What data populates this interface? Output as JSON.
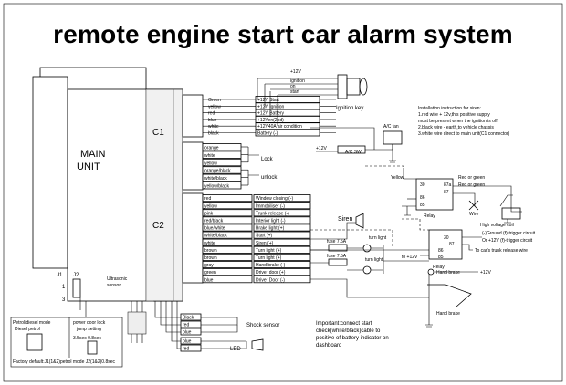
{
  "title": "remote engine start car alarm system",
  "main_unit": {
    "label_line1": "MAIN",
    "label_line2": "UNIT",
    "c1": "C1",
    "c2": "C2",
    "ultrasonic_line1": "Ultrasonic",
    "ultrasonic_line2": "sensor",
    "j1": "J1",
    "j2": "J2",
    "n1": "1",
    "n3": "3"
  },
  "c1_wires": [
    {
      "color": "Green",
      "func": "+12V Start"
    },
    {
      "color": "yellow",
      "func": "+12V Ignition"
    },
    {
      "color": "red",
      "func": "+12V Battery"
    },
    {
      "color": "blue",
      "func": "+12Ven(2nd)"
    },
    {
      "color": "white",
      "func": "+12V40A air condition"
    },
    {
      "color": "black",
      "func": "Battery (-)"
    }
  ],
  "lock_wires": {
    "lock_colors": [
      "orange",
      "white",
      "yellow"
    ],
    "unlock_colors": [
      "orange/black",
      "white/black",
      "yellow/black"
    ],
    "lock_label": "Lock",
    "unlock_label": "unlock"
  },
  "c2_wires": [
    {
      "color": "red",
      "func": "Window  closing (-)"
    },
    {
      "color": "yellow",
      "func": "Immobiliser (-)"
    },
    {
      "color": "pink",
      "func": "Trunk release (-)"
    },
    {
      "color": "red/black",
      "func": "Interior light (-)"
    },
    {
      "color": "blue/white",
      "func": "Brake light (+)"
    },
    {
      "color": "white/black",
      "func": "Start (+)"
    },
    {
      "color": "white",
      "func": "Siren (+)"
    },
    {
      "color": "brown",
      "func": "Turn light (+)"
    },
    {
      "color": "brown",
      "func": "Turn light (+)"
    },
    {
      "color": "gray",
      "func": "Hand brake (-)"
    },
    {
      "color": "green",
      "func": "Driver door (+)"
    },
    {
      "color": "blue",
      "func": "Driver Door (-)"
    }
  ],
  "ignition": {
    "v12": "+12V",
    "ignition": "ignition",
    "on": "on",
    "start": "start",
    "key_label": "Ignition key"
  },
  "ac": {
    "fan": "A/C fan",
    "v12": "+12V",
    "switch": "A/C SW"
  },
  "siren_instructions": [
    "Installation instruction for siren:",
    "1.red wire + 12v,this positive supply",
    "must be present when the ignition is off.",
    "2.black wire - earth,to vehicle chassis",
    "3.white wire direct to main unit(C1 connector)"
  ],
  "relay1": {
    "yellow": "Yellow",
    "red_green_1": "Red or green",
    "red_green_2": "Red or green",
    "p30": "30",
    "p87a": "87a",
    "p87": "87",
    "p86": "86",
    "p85": "85",
    "relay": "Relay",
    "wire": "Wire",
    "hv_coil": "High voltage coil"
  },
  "siren": {
    "label": "Siren",
    "turn_light_1": "turn light",
    "turn_light_2": "turn light",
    "fuse1": "fuse 7.5A",
    "fuse2": "fuse 7.5A"
  },
  "relay2": {
    "p30": "30",
    "p87": "87",
    "p86": "86",
    "p85": "85",
    "to_v12": "to +12V",
    "relay": "Relay",
    "trigger1": "(-)Ground (f)-trigger circuit",
    "trigger2": "Or +12V  (f)-trigger circuit",
    "trunk": "To car's trunk release wire"
  },
  "hand_brake": {
    "top": "Hand brake",
    "v12": "+12V",
    "bottom": "Hand brake"
  },
  "bottom_wires": [
    {
      "color": "Black"
    },
    {
      "color": "red"
    },
    {
      "color": "blue"
    },
    {
      "color": "blue"
    },
    {
      "color": "red"
    }
  ],
  "shock_sensor": "Shock sensor",
  "led": "LED",
  "important_note": [
    "Important:connect start",
    "check(white/black)cable to",
    "positive of battery indicator on",
    "dashboard"
  ],
  "jumpers": {
    "petrol_diesel": "Petrol/diesel mode",
    "diesel_petrol": "Diesel   petrol",
    "power_door": "power door lock",
    "jump_setting": "jump setting",
    "times": "3.5sec    0.8sec",
    "factory": "Factory default:J1(1&2)petrol mode J2(1&2)0.8sec"
  }
}
